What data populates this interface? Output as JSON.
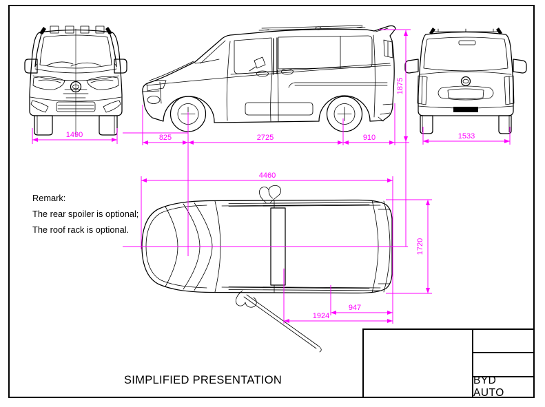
{
  "dimensions": {
    "front_view_width": "1490",
    "front_overhang": "825",
    "wheelbase": "2725",
    "rear_overhang": "910",
    "overall_height": "1875",
    "rear_view_width": "1533",
    "overall_length": "4460",
    "overall_width": "1720",
    "rear_section_length": "1924",
    "rear_door_width": "947"
  },
  "remark": {
    "heading": "Remark:",
    "lines": [
      "The rear spoiler  is optional;",
      "The roof rack is optional."
    ]
  },
  "footer": {
    "caption": "SIMPLIFIED PRESENTATION"
  },
  "title_block": {
    "company": "BYD AUTO"
  },
  "colors": {
    "dimension_line": "#ff00ff",
    "drawing_line": "#000000",
    "background": "#ffffff"
  }
}
